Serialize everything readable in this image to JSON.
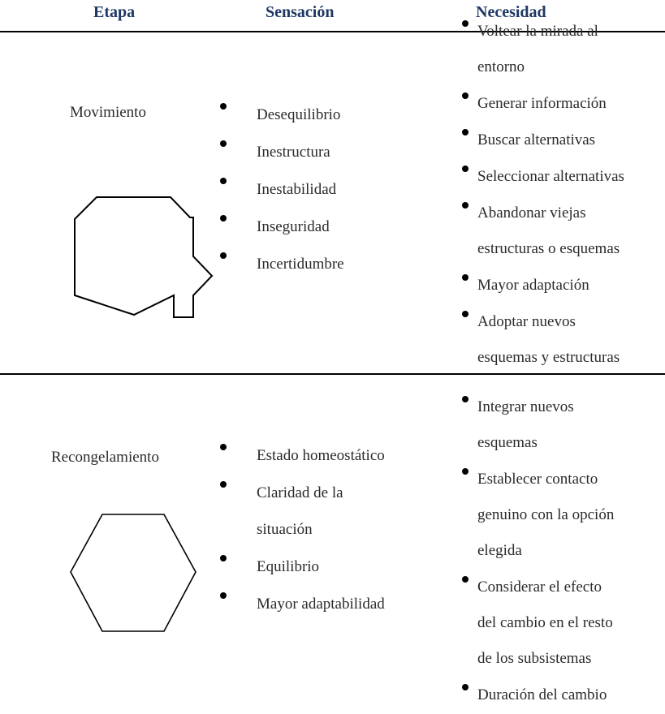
{
  "header": {
    "col_stage": "Etapa",
    "col_sensation": "Sensación",
    "col_need": "Necesidad"
  },
  "rows": [
    {
      "stage": "Movimiento",
      "shape_icon": "irregular-octagon-icon",
      "sensations": [
        [
          "Desequilibrio"
        ],
        [
          "Inestructura"
        ],
        [
          "Inestabilidad"
        ],
        [
          "Inseguridad"
        ],
        [
          "Incertidumbre"
        ]
      ],
      "needs": [
        [
          "Voltear la mirada al",
          "entorno"
        ],
        [
          "Generar información"
        ],
        [
          "Buscar alternativas"
        ],
        [
          "Seleccionar alternativas"
        ],
        [
          "Abandonar viejas",
          "estructuras o esquemas"
        ],
        [
          "Mayor adaptación"
        ],
        [
          "Adoptar nuevos",
          "esquemas y estructuras"
        ]
      ]
    },
    {
      "stage": "Recongelamiento",
      "shape_icon": "hexagon-icon",
      "sensations": [
        [
          "Estado homeostático"
        ],
        [
          "Claridad de la",
          "situación"
        ],
        [
          "Equilibrio"
        ],
        [
          "Mayor adaptabilidad"
        ]
      ],
      "needs": [
        [
          "Integrar nuevos",
          "esquemas"
        ],
        [
          "Establecer contacto",
          "genuino con la opción",
          "elegida"
        ],
        [
          "Considerar el efecto",
          "del cambio en el resto",
          "de los subsistemas"
        ],
        [
          "Duración del cambio"
        ]
      ]
    }
  ]
}
